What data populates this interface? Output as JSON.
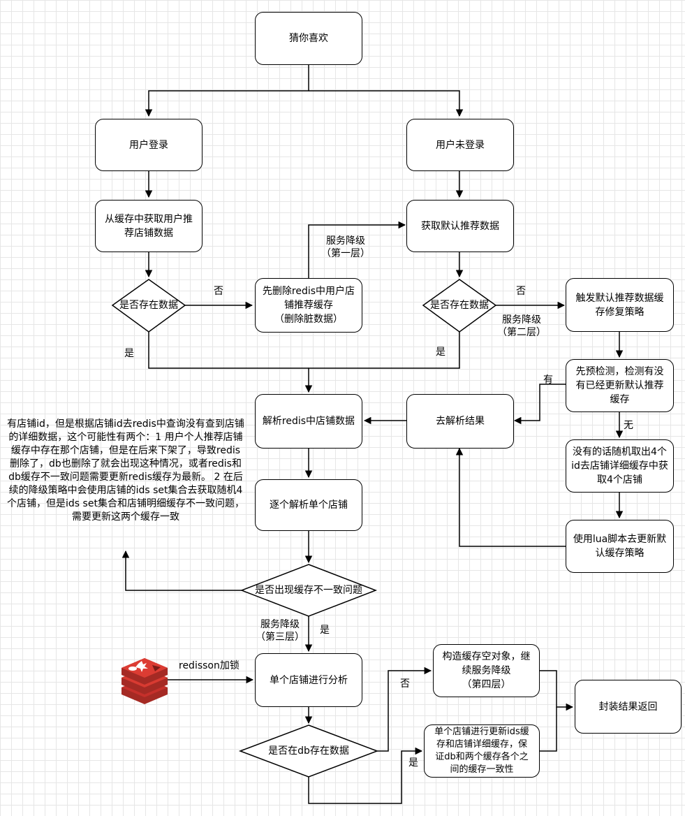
{
  "nodes": {
    "guess_like": "猜你喜欢",
    "user_logged_in": "用户登录",
    "user_not_logged_in": "用户未登录",
    "get_user_cache": "从缓存中获取用户推\n荐店铺数据",
    "get_default_data": "获取默认推荐数据",
    "exists_left": "是否存在数据",
    "exists_right": "是否存在数据",
    "delete_dirty": "先删除redis中用户店\n铺推荐缓存\n（删除脏数据）",
    "trigger_repair": "触发默认推荐数据缓\n存修复策略",
    "precheck": "先预检测，检测有没\n有已经更新默认推荐\n缓存",
    "parse_redis": "解析redis中店铺数据",
    "parse_result": "去解析结果",
    "random_pick": "没有的话随机取出4个\nid去店铺详细缓存中获\n取4个店铺",
    "parse_each": "逐个解析单个店铺",
    "lua_update": "使用lua脚本去更新默\n认缓存策略",
    "cache_inconsistent": "是否出现缓存不一致问题",
    "analyze_shop": "单个店铺进行分析",
    "empty_object": "构造缓存空对象，继\n续服务降级\n（第四层）",
    "return_result": "封装结果返回",
    "exists_db": "是否在db存在数据",
    "update_cache": "单个店铺进行更新ids缓\n存和店铺详细缓存，保\n证db和两个缓存各个之\n间的缓存一致性"
  },
  "labels": {
    "no_left": "否",
    "yes_left": "是",
    "degrade_1": "服务降级\n（第一层）",
    "no_right": "否",
    "degrade_2": "服务降级\n（第二层）",
    "yes_right": "是",
    "has": "有",
    "none": "无",
    "degrade_3": "服务降级\n（第三层）",
    "yes_inconsistent": "是",
    "redisson": "redisson加锁",
    "no_db": "否",
    "yes_db": "是"
  },
  "note": "有店铺id，但是根据店铺id去redis中查询没有查到店铺的详细数据，这个可能性有两个：1 用户个人推荐店铺缓存中存在那个店铺，但是在后来下架了，导致redis删除了，db也删除了就会出现这种情况，或者redis和db缓存不一致问题需要更新redis缓存为最新。 2 在后续的降级策略中会使用店铺的ids set集合去获取随机4个店铺，但是ids set集合和店铺明细缓存不一致问题，需要更新这两个缓存一致",
  "colors": {
    "line": "#000000",
    "grid": "#e6e6e6",
    "redis_logo": "#c6302b"
  },
  "icons": {
    "redis_logo": "redis-logo-icon"
  }
}
